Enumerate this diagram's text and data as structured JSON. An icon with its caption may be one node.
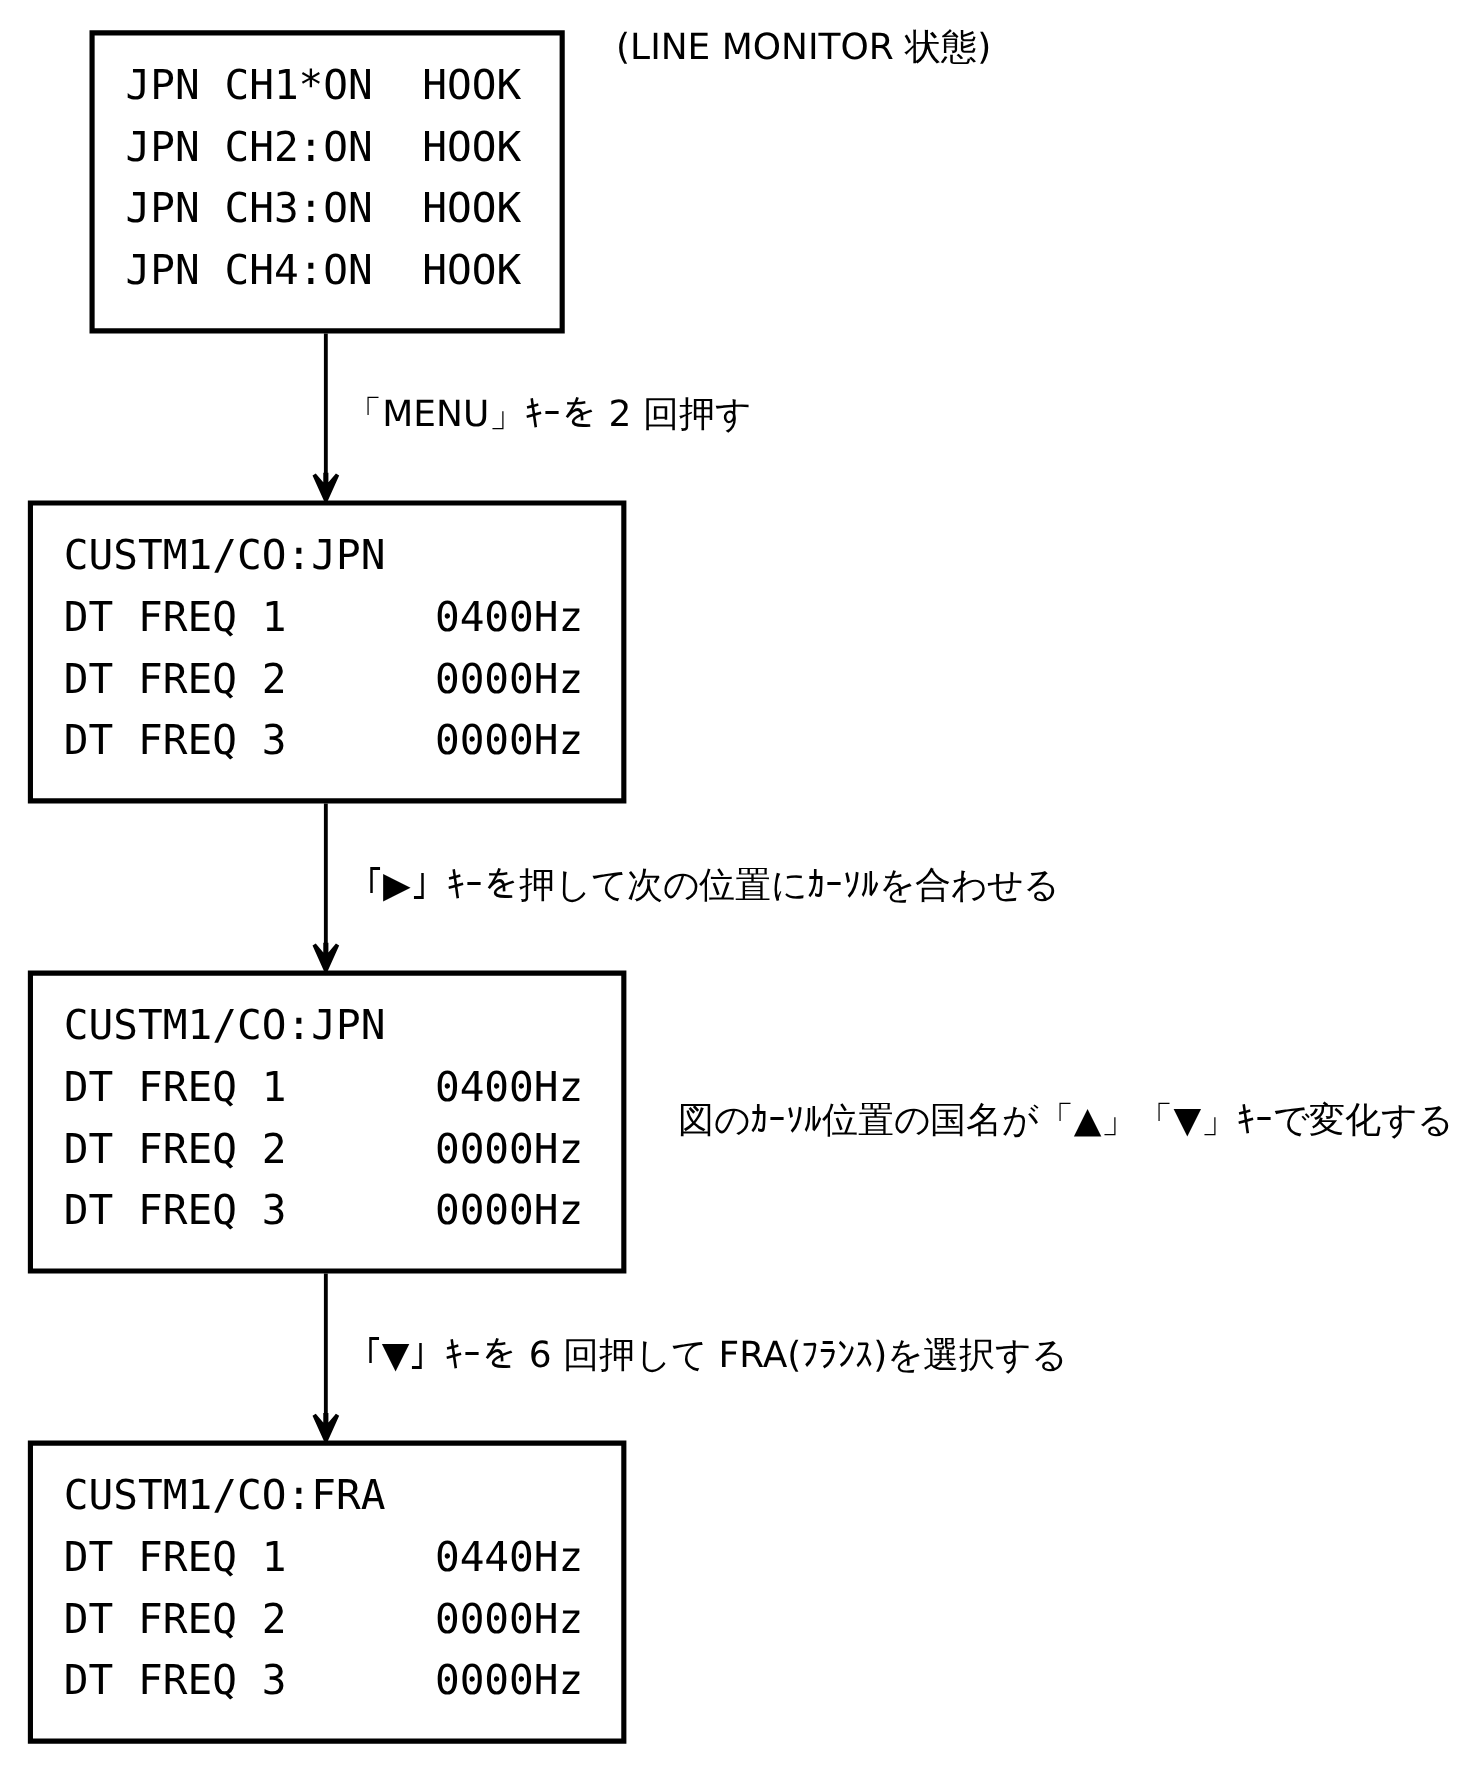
{
  "diagram": {
    "nodes": [
      {
        "text": [
          "JPN CH1*ON  HOOK",
          "JPN CH2:ON  HOOK",
          "JPN CH3:ON  HOOK",
          "JPN CH4:ON  HOOK"
        ],
        "beside": [
          "(LINE MONITOR 状態)"
        ]
      },
      {
        "text": [
          "CUSTM1/CO:JPN",
          "DT FREQ 1      0400Hz",
          "DT FREQ 2      0000Hz",
          "DT FREQ 3      0000Hz"
        ]
      },
      {
        "text": [
          "CUSTM1/CO:JPN",
          "DT FREQ 1      0400Hz",
          "DT FREQ 2      0000Hz",
          "DT FREQ 3      0000Hz"
        ],
        "beside": [
          "図のｶｰｿﾙ位置の国名が「▲」「▼」ｷｰで変化する"
        ]
      },
      {
        "text": [
          "CUSTM1/CO:FRA",
          "DT FREQ 1      0440Hz",
          "DT FREQ 2      0000Hz",
          "DT FREQ 3      0000Hz"
        ]
      }
    ],
    "edges": [
      {
        "from": 0,
        "to": 1,
        "arrow": "to",
        "label": "「MENU」ｷｰを 2 回押す"
      },
      {
        "from": 1,
        "to": 2,
        "arrow": "to",
        "label": "「▶」ｷｰを押して次の位置にｶｰｿﾙを合わせる"
      },
      {
        "from": 2,
        "to": 3,
        "arrow": "to",
        "label": "「▼」ｷｰを 6 回押して FRA(ﾌﾗﾝｽ)を選択する"
      }
    ]
  }
}
